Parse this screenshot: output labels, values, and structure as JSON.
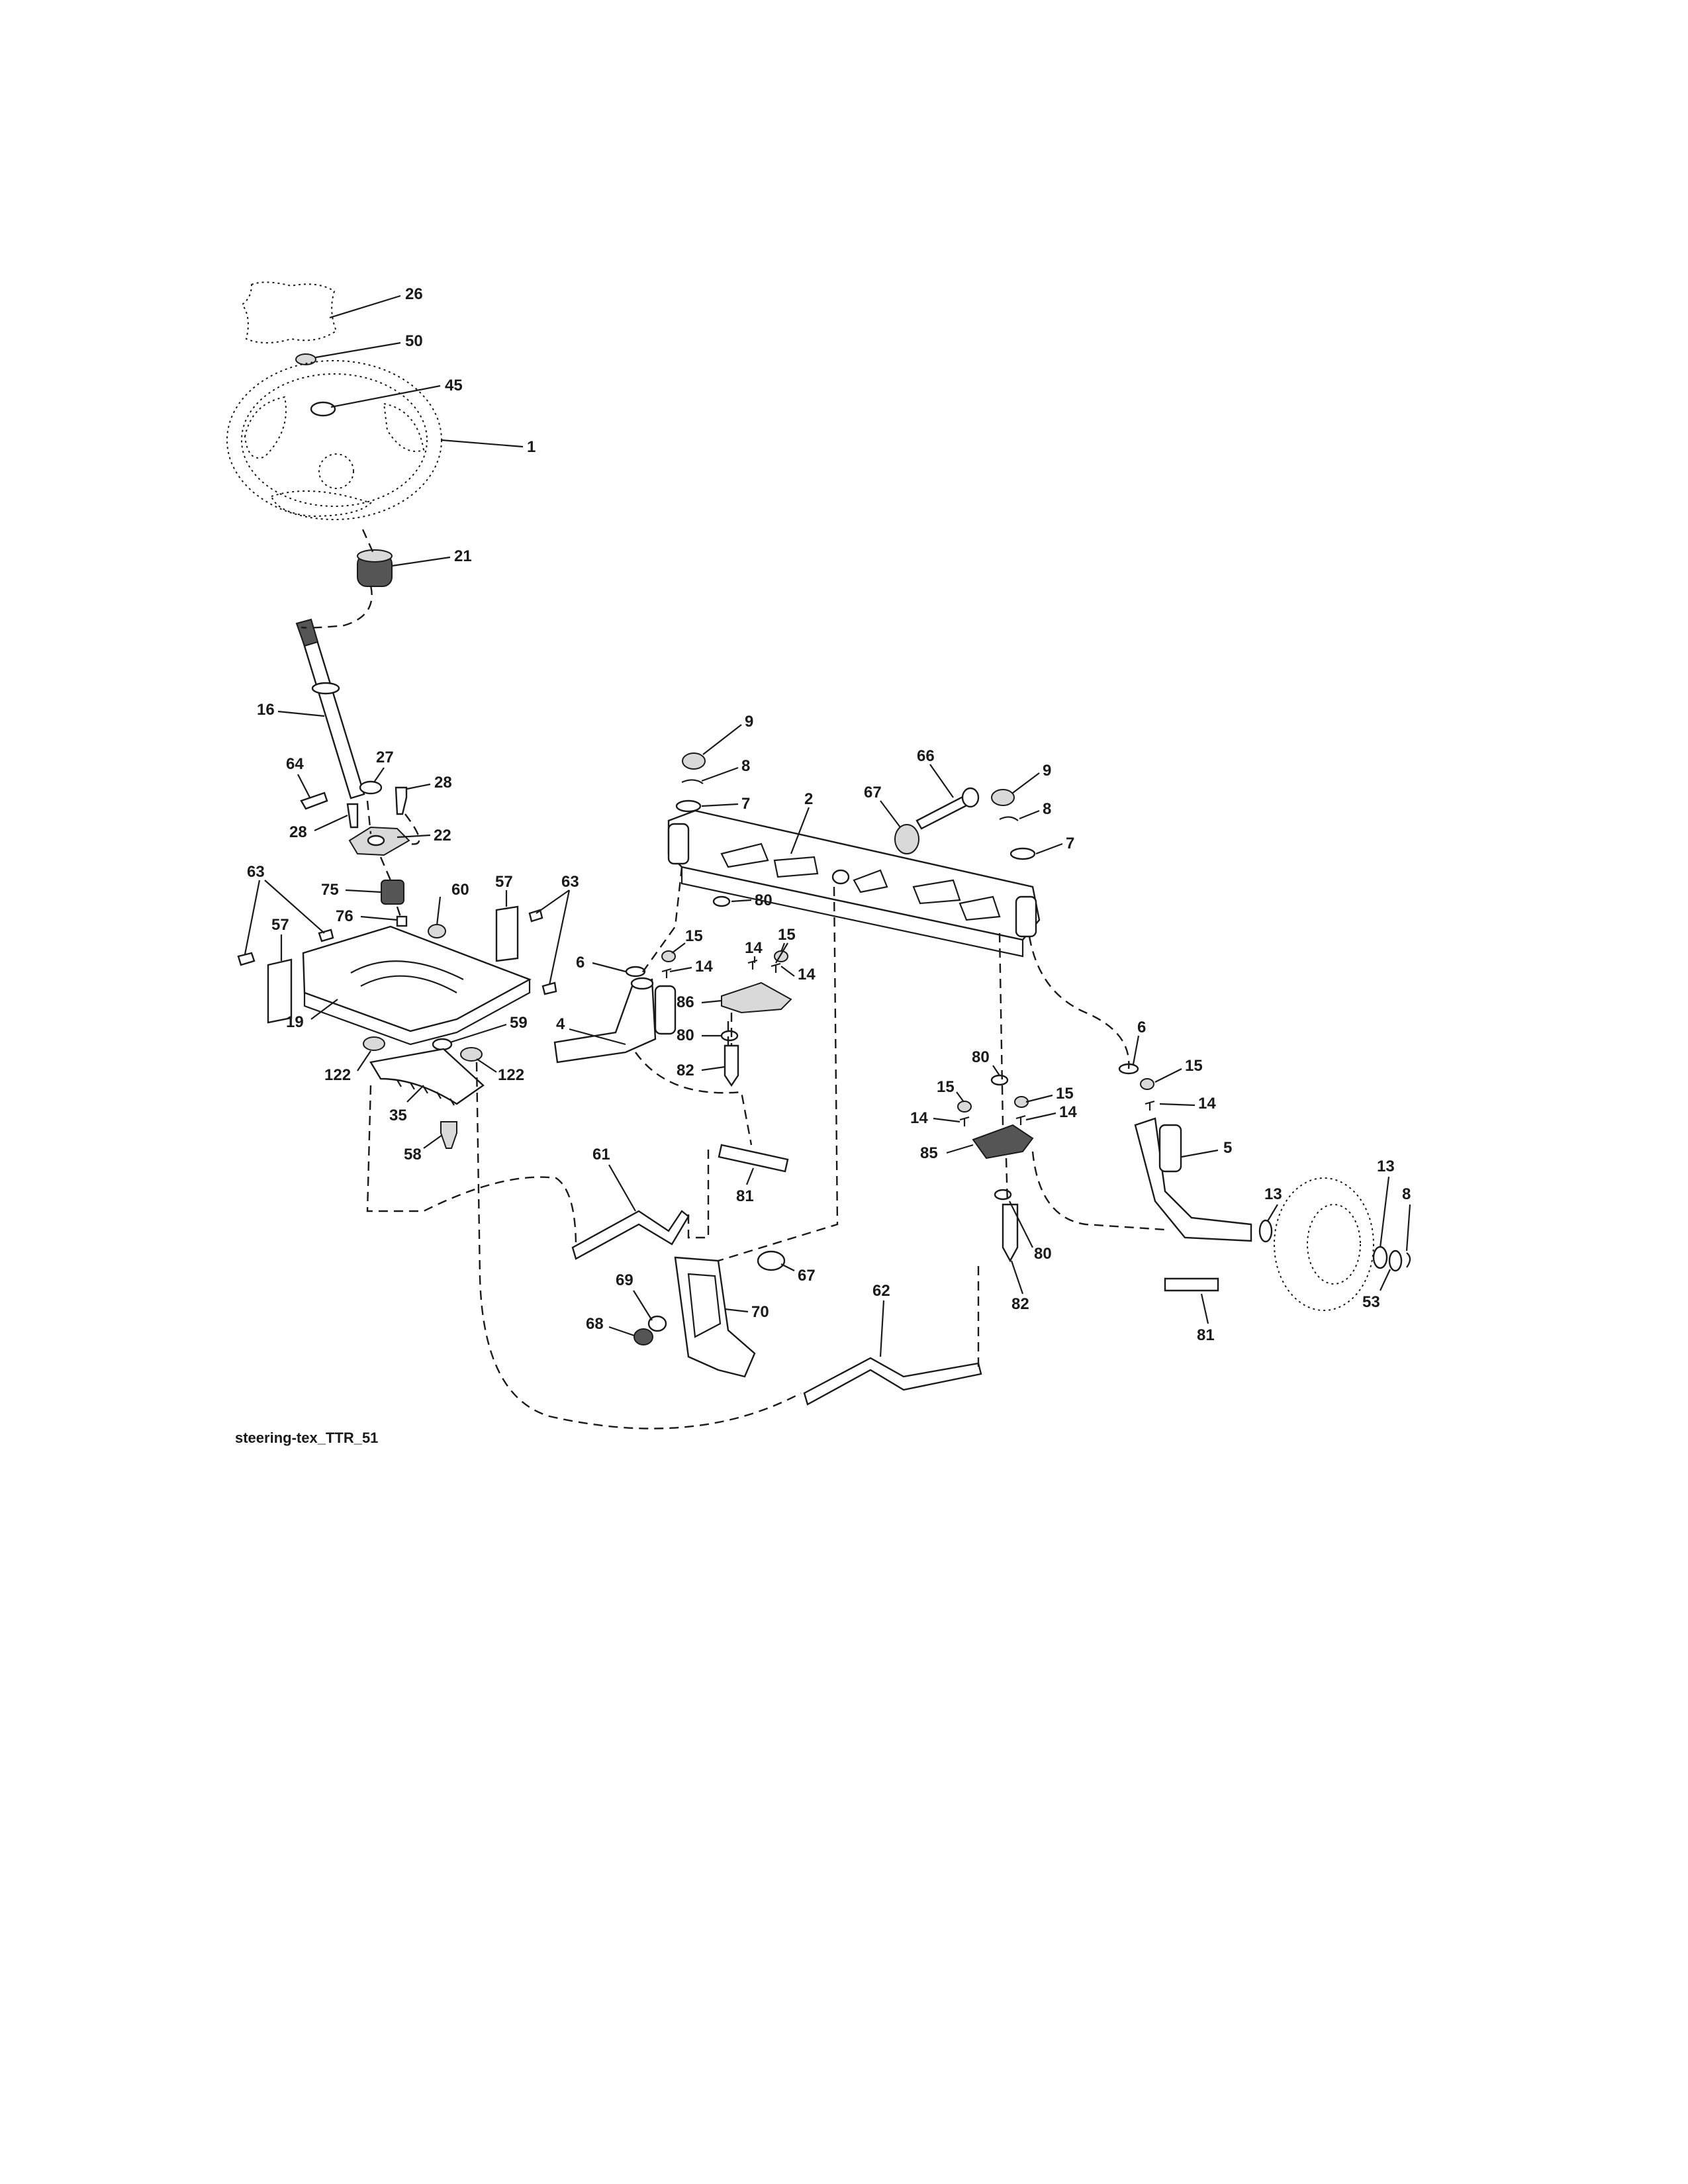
{
  "caption": "steering-tex_TTR_51",
  "callouts": {
    "c1": "1",
    "c2": "2",
    "c4": "4",
    "c5": "5",
    "c6a": "6",
    "c6b": "6",
    "c7a": "7",
    "c7b": "7",
    "c8a": "8",
    "c8b": "8",
    "c8c": "8",
    "c9a": "9",
    "c9b": "9",
    "c13a": "13",
    "c13b": "13",
    "c14a": "14",
    "c14b": "14",
    "c14c": "14",
    "c14d": "14",
    "c14e": "14",
    "c14f": "14",
    "c15a": "15",
    "c15b": "15",
    "c15c": "15",
    "c15d": "15",
    "c15e": "15",
    "c16": "16",
    "c19": "19",
    "c21": "21",
    "c22": "22",
    "c26": "26",
    "c27": "27",
    "c28a": "28",
    "c28b": "28",
    "c35": "35",
    "c45": "45",
    "c50": "50",
    "c53": "53",
    "c57a": "57",
    "c57b": "57",
    "c58": "58",
    "c59": "59",
    "c60": "60",
    "c61": "61",
    "c62": "62",
    "c63a": "63",
    "c63b": "63",
    "c64": "64",
    "c66": "66",
    "c67a": "67",
    "c67b": "67",
    "c68": "68",
    "c69": "69",
    "c70": "70",
    "c75": "75",
    "c76": "76",
    "c80a": "80",
    "c80b": "80",
    "c80c": "80",
    "c80d": "80",
    "c81a": "81",
    "c81b": "81",
    "c82a": "82",
    "c82b": "82",
    "c85": "85",
    "c86": "86",
    "c122a": "122",
    "c122b": "122"
  }
}
